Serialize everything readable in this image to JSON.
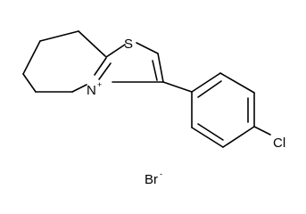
{
  "molecule": {
    "atoms": {
      "sulfur": "S",
      "nitrogen": "N",
      "nitrogen_charge": "+",
      "chlorine": "Cl"
    },
    "counterion": {
      "symbol": "Br",
      "charge": "-"
    }
  }
}
